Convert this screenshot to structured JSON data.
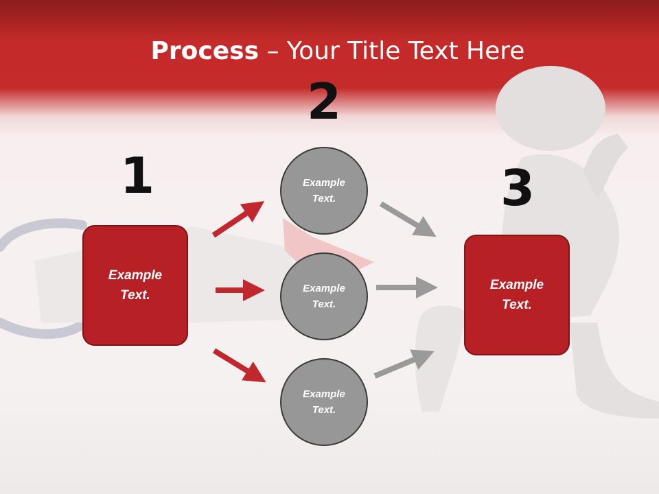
{
  "title": {
    "bold": "Process",
    "rest": " – Your Title Text Here"
  },
  "steps": {
    "one": "1",
    "two": "2",
    "three": "3"
  },
  "boxes": {
    "left_label": "Example Text.",
    "right_label": "Example Text."
  },
  "circles": [
    {
      "label": "Example Text."
    },
    {
      "label": "Example Text."
    },
    {
      "label": "Example Text."
    }
  ],
  "colors": {
    "header_red": "#c42a2a",
    "box_red": "#b72025",
    "circle_gray": "#979797",
    "arrow_red": "#c0282d",
    "arrow_gray": "#9a9a9a"
  }
}
